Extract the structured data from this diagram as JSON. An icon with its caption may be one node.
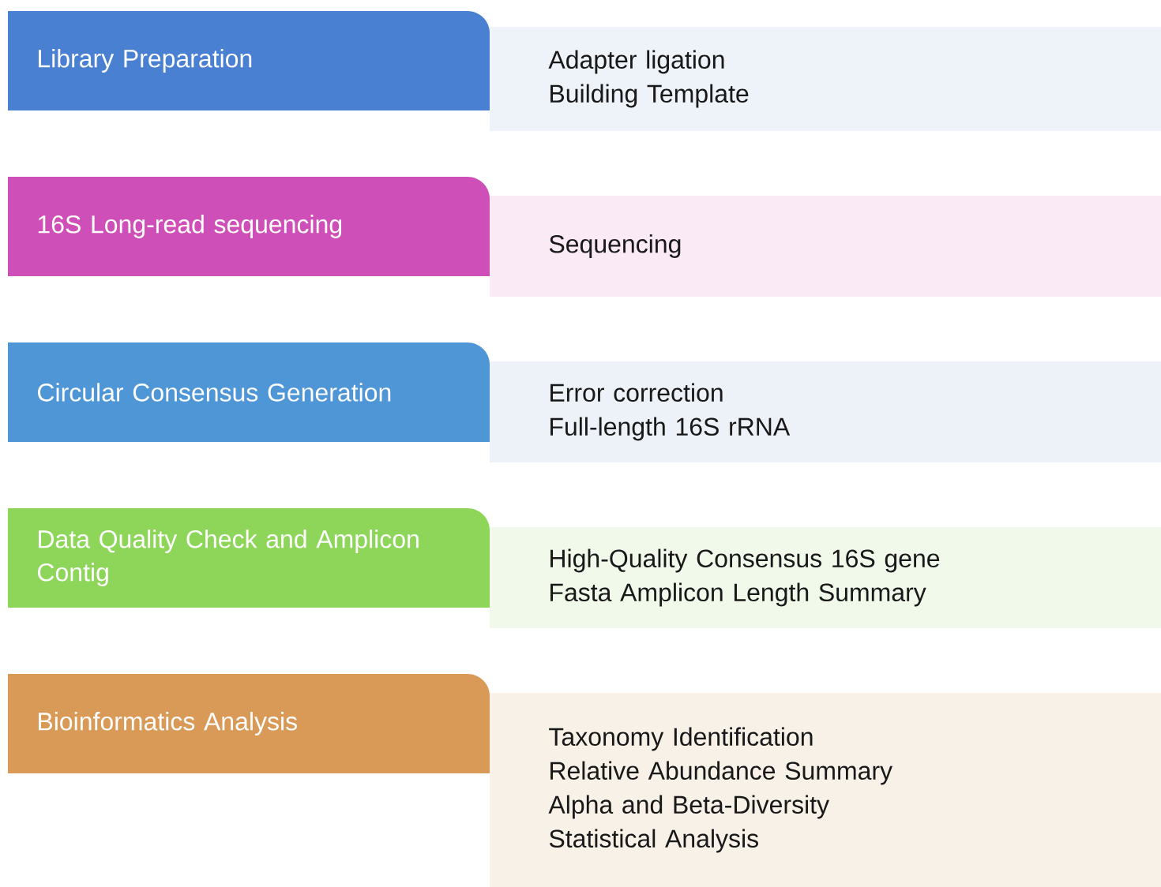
{
  "diagram": {
    "nodes": [
      {
        "text": [
          "Library Preparation"
        ]
      },
      {
        "text": [
          "Adapter ligation",
          "Building Template"
        ]
      },
      {
        "text": [
          "16S Long-read sequencing"
        ]
      },
      {
        "text": [
          "Sequencing"
        ]
      },
      {
        "text": [
          "Circular Consensus Generation"
        ]
      },
      {
        "text": [
          "Error correction",
          "Full-length 16S rRNA"
        ]
      },
      {
        "text": [
          "Data Quality Check and Amplicon Contig"
        ]
      },
      {
        "text": [
          "High-Quality Consensus 16S gene",
          "Fasta Amplicon Length Summary"
        ]
      },
      {
        "text": [
          "Bioinformatics Analysis"
        ]
      },
      {
        "text": [
          "Taxonomy Identification",
          "Relative Abundance Summary",
          "Alpha and Beta-Diversity",
          "Statistical Analysis"
        ]
      }
    ]
  }
}
